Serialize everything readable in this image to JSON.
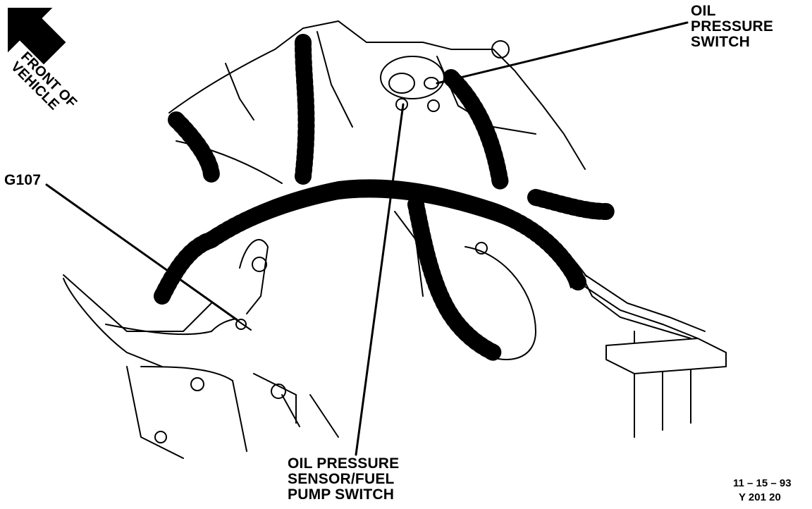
{
  "labels": {
    "oil_pressure_switch": [
      "OIL",
      "PRESSURE",
      "SWITCH"
    ],
    "ground": "G107",
    "oil_pressure_sensor": [
      "OIL PRESSURE",
      "SENSOR/FUEL",
      "PUMP SWITCH"
    ],
    "front_of_vehicle": [
      "FRONT OF",
      "VEHICLE"
    ]
  },
  "footer": {
    "date": "11 – 15 – 93",
    "code": "Y 201 20"
  },
  "colors": {
    "ink": "#000000",
    "paper": "#ffffff"
  }
}
